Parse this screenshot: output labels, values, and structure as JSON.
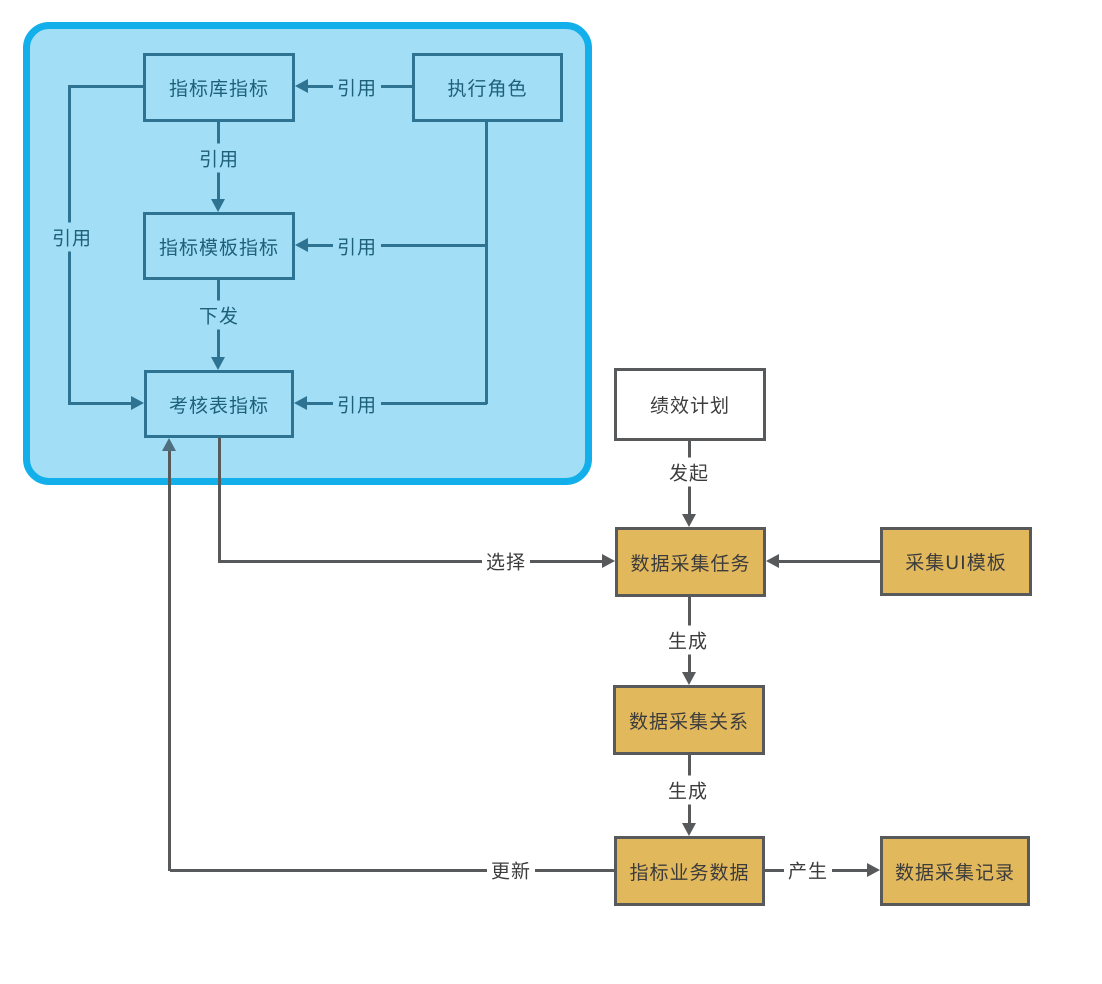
{
  "diagram_type": "flowchart",
  "boxes": {
    "indicator_library": "指标库指标",
    "execution_role": "执行角色",
    "indicator_template": "指标模板指标",
    "assessment_sheet": "考核表指标",
    "performance_plan": "绩效计划",
    "data_collection_task": "数据采集任务",
    "collection_ui_template": "采集UI模板",
    "data_collection_relation": "数据采集关系",
    "indicator_business_data": "指标业务数据",
    "data_collection_record": "数据采集记录"
  },
  "edge_labels": {
    "cite_role_to_library": "引用",
    "cite_library_to_template": "引用",
    "cite_role_to_template": "引用",
    "cite_role_to_sheet": "引用",
    "cite_library_to_sheet": "引用",
    "distribute": "下发",
    "initiate": "发起",
    "generate_task_to_relation": "生成",
    "generate_relation_to_data": "生成",
    "produce": "产生",
    "select": "选择",
    "update": "更新"
  },
  "colors": {
    "highlight_border": "#12AFEA",
    "highlight_fill": "#A2DFF6",
    "teal_line": "#2E7391",
    "teal_text": "#1D6078",
    "gray_line": "#58595B",
    "dark_text": "#3C3C3C",
    "yellow_fill": "#E2B85C",
    "white_fill": "#FFFFFF"
  }
}
